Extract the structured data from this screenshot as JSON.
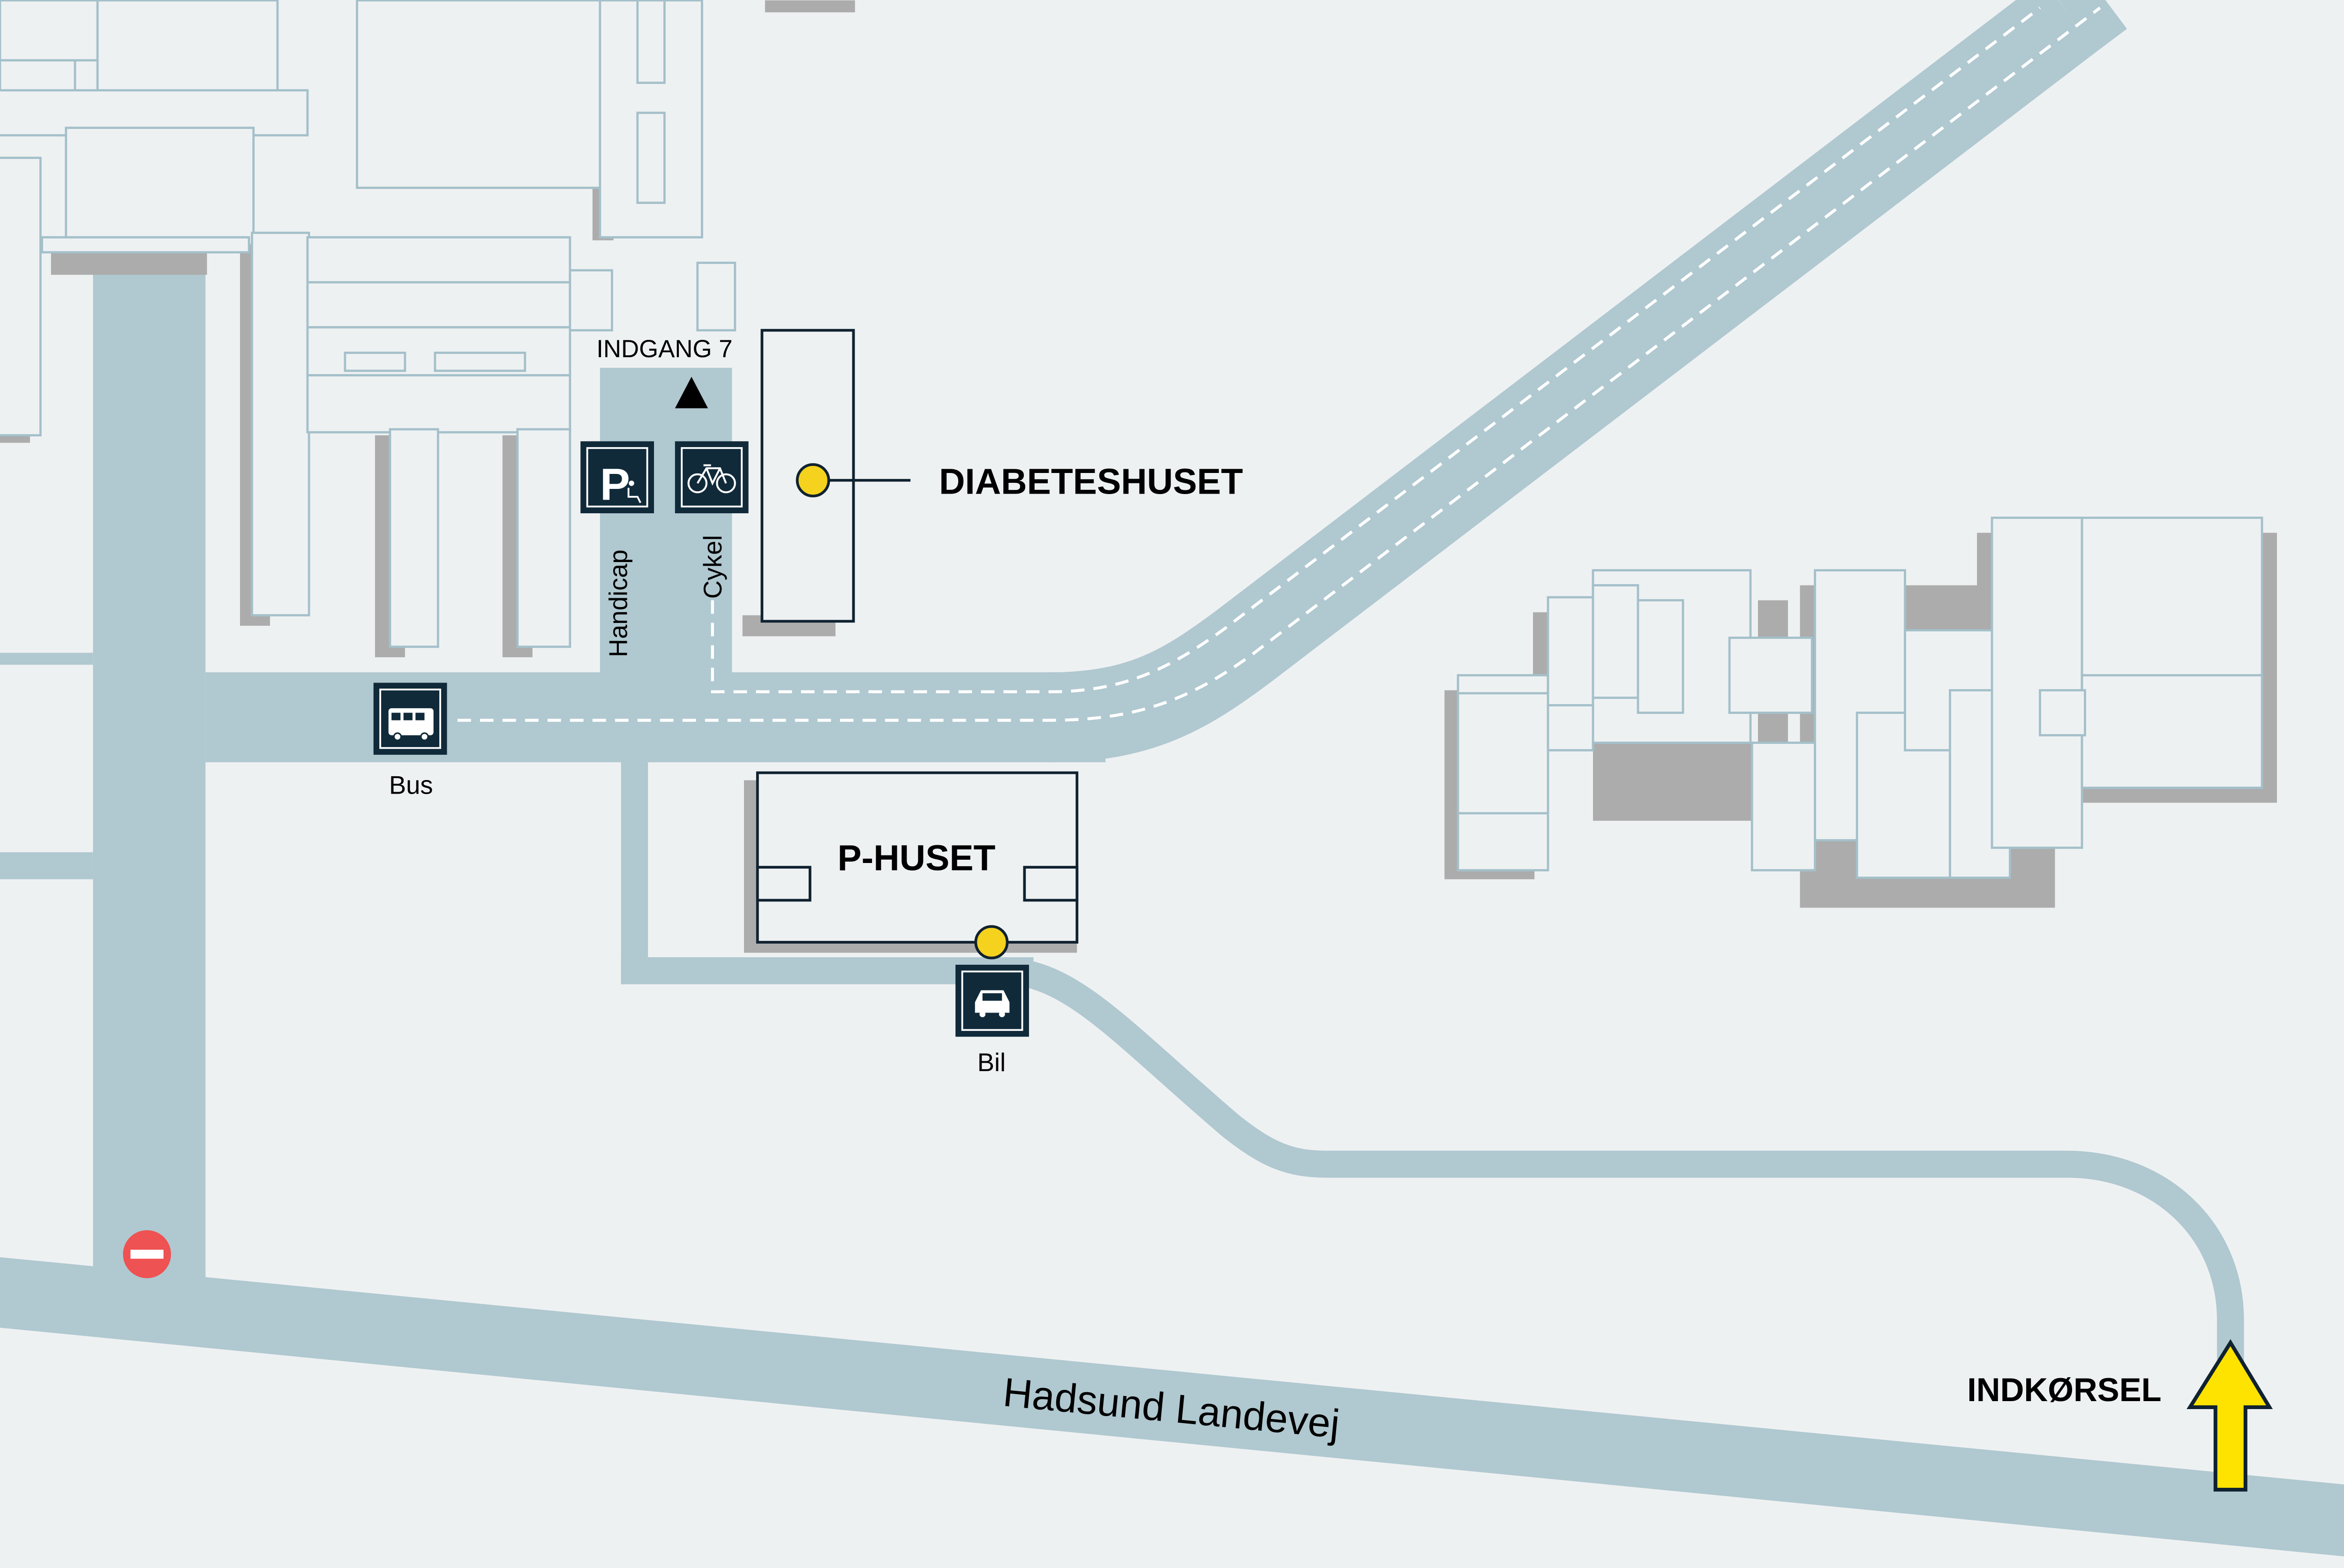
{
  "map": {
    "colors": {
      "background": "#eef1f2",
      "road": "#b0c8d0",
      "building_outline": "#a4c0ca",
      "building_fill": "#eef1f2",
      "building_shadow": "#acacac",
      "highlight_outline": "#102230",
      "marker_yellow": "#f4d21e",
      "icon_box": "#102a3a",
      "no_entry_red": "#ee5252",
      "arrow_yellow": "#ffe300",
      "text": "#000000"
    },
    "entrance": {
      "label": "INDGANG 7",
      "icon": "triangle-up-icon"
    },
    "destinations": {
      "diabeteshuset": "DIABETESHUSET",
      "p_huset": "P-HUSET"
    },
    "icons": [
      {
        "key": "handicap",
        "icon": "handicap-parking-icon",
        "label": "Handicap"
      },
      {
        "key": "cykel",
        "icon": "bicycle-icon",
        "label": "Cykel"
      },
      {
        "key": "bus",
        "icon": "bus-icon",
        "label": "Bus"
      },
      {
        "key": "bil",
        "icon": "car-icon",
        "label": "Bil"
      }
    ],
    "street_name": "Hadsund Landevej",
    "driveway_label": "INDKØRSEL",
    "no_entry_icon": "no-entry-icon",
    "driveway_arrow_icon": "arrow-up-icon"
  }
}
